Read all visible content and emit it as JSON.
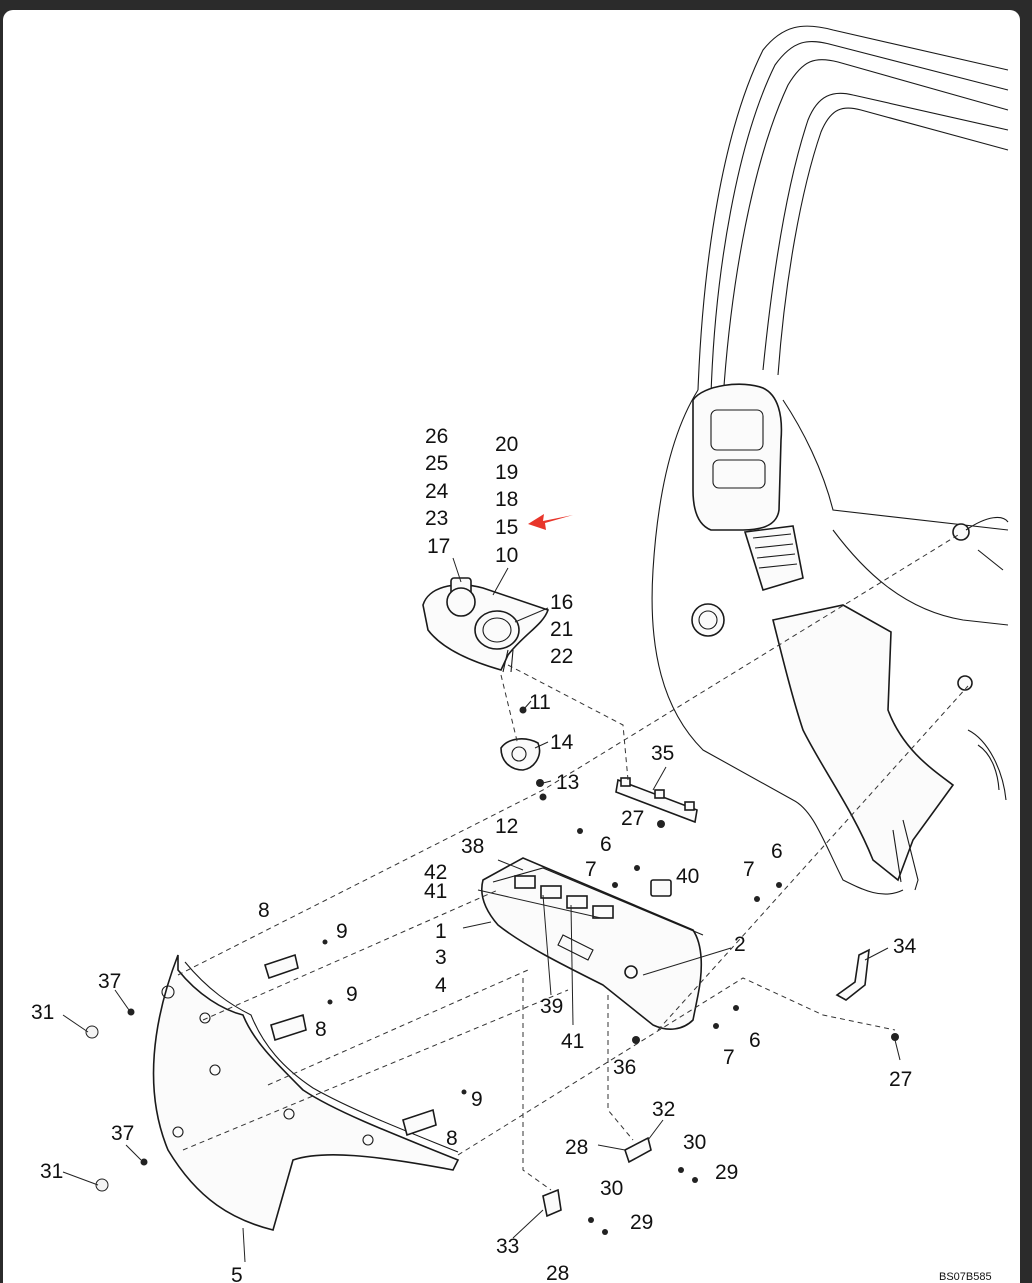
{
  "diagram": {
    "drawing_code": "BS07B585",
    "arrow_color": "#e8352a",
    "callouts": [
      "26",
      "25",
      "24",
      "23",
      "17",
      "20",
      "19",
      "18",
      "15",
      "10",
      "16",
      "21",
      "22",
      "11",
      "14",
      "13",
      "12",
      "35",
      "27",
      "38",
      "6",
      "42",
      "7",
      "41",
      "40",
      "7",
      "6",
      "8",
      "9",
      "1",
      "2",
      "3",
      "34",
      "37",
      "9",
      "31",
      "4",
      "39",
      "8",
      "41",
      "36",
      "7",
      "6",
      "27",
      "9",
      "37",
      "8",
      "32",
      "28",
      "30",
      "31",
      "29",
      "30",
      "29",
      "33",
      "28",
      "5"
    ]
  }
}
